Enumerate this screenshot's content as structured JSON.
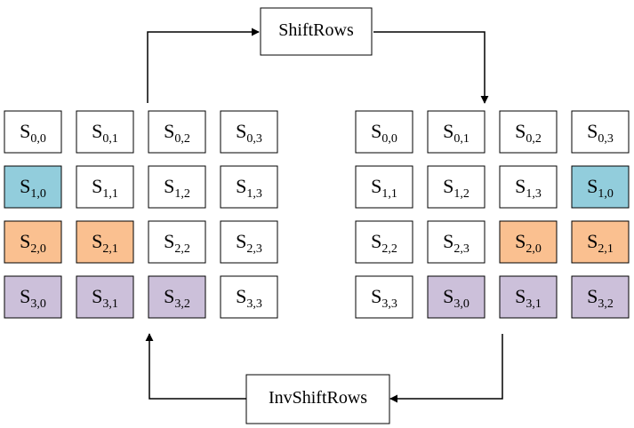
{
  "labels": {
    "shift_rows": "ShiftRows",
    "inv_shift_rows": "InvShiftRows"
  },
  "colors": {
    "white": "#ffffff",
    "blue": "#92cddc",
    "orange": "#fac090",
    "purple": "#ccc0da",
    "border": "#000000"
  },
  "left_grid": [
    [
      {
        "main": "S",
        "sub": "0,0",
        "color": "white"
      },
      {
        "main": "S",
        "sub": "0,1",
        "color": "white"
      },
      {
        "main": "S",
        "sub": "0,2",
        "color": "white"
      },
      {
        "main": "S",
        "sub": "0,3",
        "color": "white"
      }
    ],
    [
      {
        "main": "S",
        "sub": "1,0",
        "color": "blue"
      },
      {
        "main": "S",
        "sub": "1,1",
        "color": "white"
      },
      {
        "main": "S",
        "sub": "1,2",
        "color": "white"
      },
      {
        "main": "S",
        "sub": "1,3",
        "color": "white"
      }
    ],
    [
      {
        "main": "S",
        "sub": "2,0",
        "color": "orange"
      },
      {
        "main": "S",
        "sub": "2,1",
        "color": "orange"
      },
      {
        "main": "S",
        "sub": "2,2",
        "color": "white"
      },
      {
        "main": "S",
        "sub": "2,3",
        "color": "white"
      }
    ],
    [
      {
        "main": "S",
        "sub": "3,0",
        "color": "purple"
      },
      {
        "main": "S",
        "sub": "3,1",
        "color": "purple"
      },
      {
        "main": "S",
        "sub": "3,2",
        "color": "purple"
      },
      {
        "main": "S",
        "sub": "3,3",
        "color": "white"
      }
    ]
  ],
  "right_grid": [
    [
      {
        "main": "S",
        "sub": "0,0",
        "color": "white"
      },
      {
        "main": "S",
        "sub": "0,1",
        "color": "white"
      },
      {
        "main": "S",
        "sub": "0,2",
        "color": "white"
      },
      {
        "main": "S",
        "sub": "0,3",
        "color": "white"
      }
    ],
    [
      {
        "main": "S",
        "sub": "1,1",
        "color": "white"
      },
      {
        "main": "S",
        "sub": "1,2",
        "color": "white"
      },
      {
        "main": "S",
        "sub": "1,3",
        "color": "white"
      },
      {
        "main": "S",
        "sub": "1,0",
        "color": "blue"
      }
    ],
    [
      {
        "main": "S",
        "sub": "2,2",
        "color": "white"
      },
      {
        "main": "S",
        "sub": "2,3",
        "color": "white"
      },
      {
        "main": "S",
        "sub": "2,0",
        "color": "orange"
      },
      {
        "main": "S",
        "sub": "2,1",
        "color": "orange"
      }
    ],
    [
      {
        "main": "S",
        "sub": "3,3",
        "color": "white"
      },
      {
        "main": "S",
        "sub": "3,0",
        "color": "purple"
      },
      {
        "main": "S",
        "sub": "3,1",
        "color": "purple"
      },
      {
        "main": "S",
        "sub": "3,2",
        "color": "purple"
      }
    ]
  ]
}
